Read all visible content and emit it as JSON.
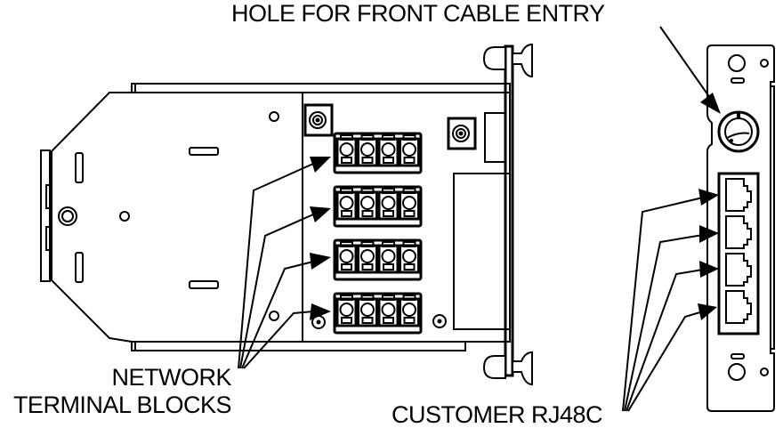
{
  "diagram": {
    "type": "technical-line-drawing",
    "colors": {
      "line": "#000000",
      "background": "#ffffff"
    },
    "labels": {
      "front_cable_hole": "HOLE FOR FRONT CABLE ENTRY",
      "network_line1": "NETWORK",
      "network_line2": "TERMINAL BLOCKS",
      "customer": "CUSTOMER RJ48C"
    },
    "components": {
      "terminal_block_count": 4,
      "terminals_per_block": 4,
      "rj48c_port_count": 4
    }
  }
}
